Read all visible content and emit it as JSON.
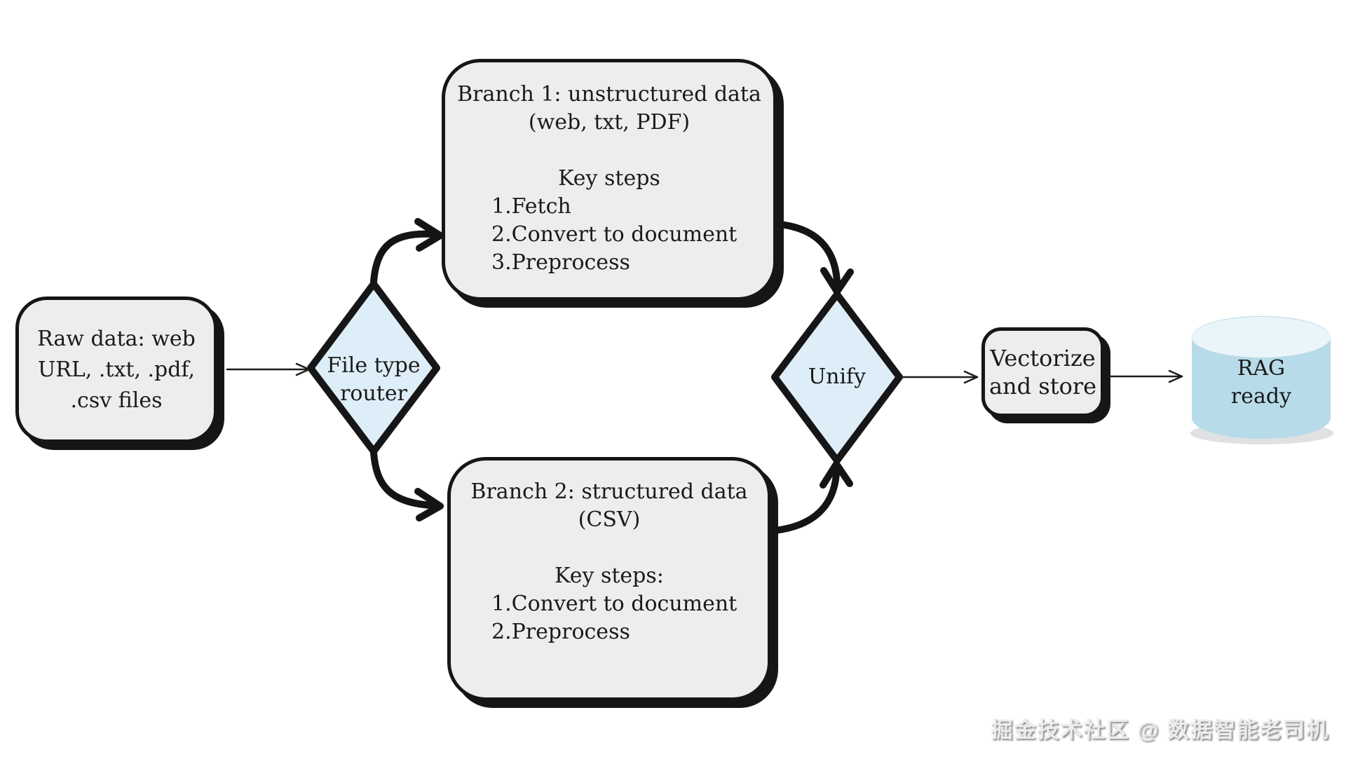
{
  "diagram": {
    "nodes": {
      "raw_data": {
        "lines": [
          "Raw data: web",
          "URL, .txt, .pdf,",
          ".csv files"
        ]
      },
      "file_type_router": {
        "lines": [
          "File type",
          "router"
        ]
      },
      "branch1": {
        "title_lines": [
          "Branch 1: unstructured data",
          "(web, txt, PDF)"
        ],
        "subtitle": "Key steps",
        "steps": [
          "1.Fetch",
          "2.Convert to document",
          "3.Preprocess"
        ]
      },
      "branch2": {
        "title_lines": [
          "Branch 2: structured data",
          "(CSV)"
        ],
        "subtitle": "Key steps:",
        "steps": [
          "1.Convert to document",
          "2.Preprocess"
        ]
      },
      "unify": {
        "label": "Unify"
      },
      "vectorize": {
        "lines": [
          "Vectorize",
          "and store"
        ]
      },
      "rag_ready": {
        "lines": [
          "RAG",
          "ready"
        ]
      }
    },
    "colors": {
      "background": "#ffffff",
      "node_fill": "#ededed",
      "node_border": "#161616",
      "diamond_fill": "#ddeef8",
      "cylinder_body": "#b7dbe8",
      "cylinder_top": "#e9f5fa",
      "arrow": "#141414",
      "watermark_color": "#ececec"
    }
  },
  "watermark": {
    "text": "掘金技术社区 @ 数据智能老司机"
  }
}
